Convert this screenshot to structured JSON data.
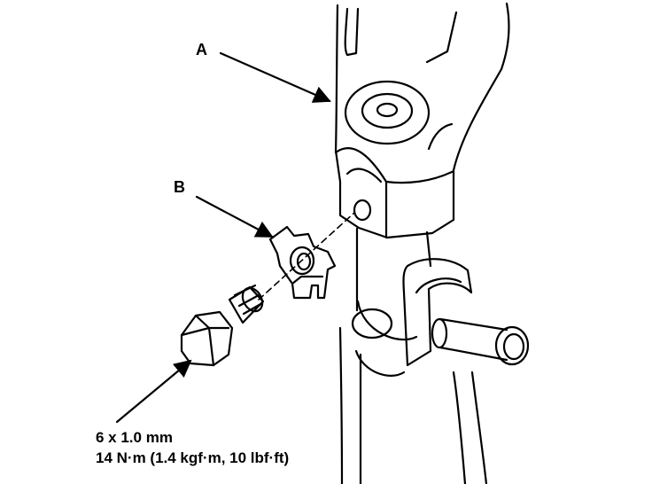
{
  "callouts": {
    "a": "A",
    "b": "B"
  },
  "spec": {
    "bolt_size": "6 x 1.0 mm",
    "torque": "14 N·m (1.4 kgf·m, 10 lbf·ft)"
  }
}
